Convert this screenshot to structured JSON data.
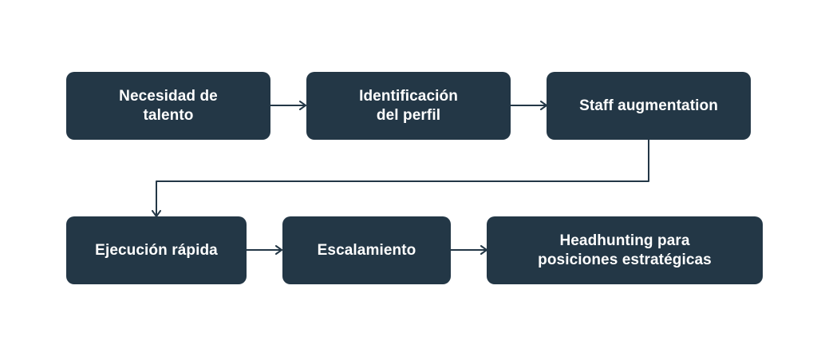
{
  "colors": {
    "node_fill": "#233746",
    "node_text": "#ffffff",
    "connector": "#233746",
    "background": "#ffffff"
  },
  "diagram": {
    "nodes": [
      {
        "id": "necesidad",
        "label": "Necesidad de\ntalento"
      },
      {
        "id": "identificacion",
        "label": "Identificación\ndel perfil"
      },
      {
        "id": "staff",
        "label": "Staff augmentation"
      },
      {
        "id": "ejecucion",
        "label": "Ejecución rápida"
      },
      {
        "id": "escalamiento",
        "label": "Escalamiento"
      },
      {
        "id": "headhunting",
        "label": "Headhunting para\nposiciones estratégicas"
      }
    ],
    "edges": [
      {
        "from": "necesidad",
        "to": "identificacion"
      },
      {
        "from": "identificacion",
        "to": "staff"
      },
      {
        "from": "staff",
        "to": "ejecucion"
      },
      {
        "from": "ejecucion",
        "to": "escalamiento"
      },
      {
        "from": "escalamiento",
        "to": "headhunting"
      }
    ]
  }
}
